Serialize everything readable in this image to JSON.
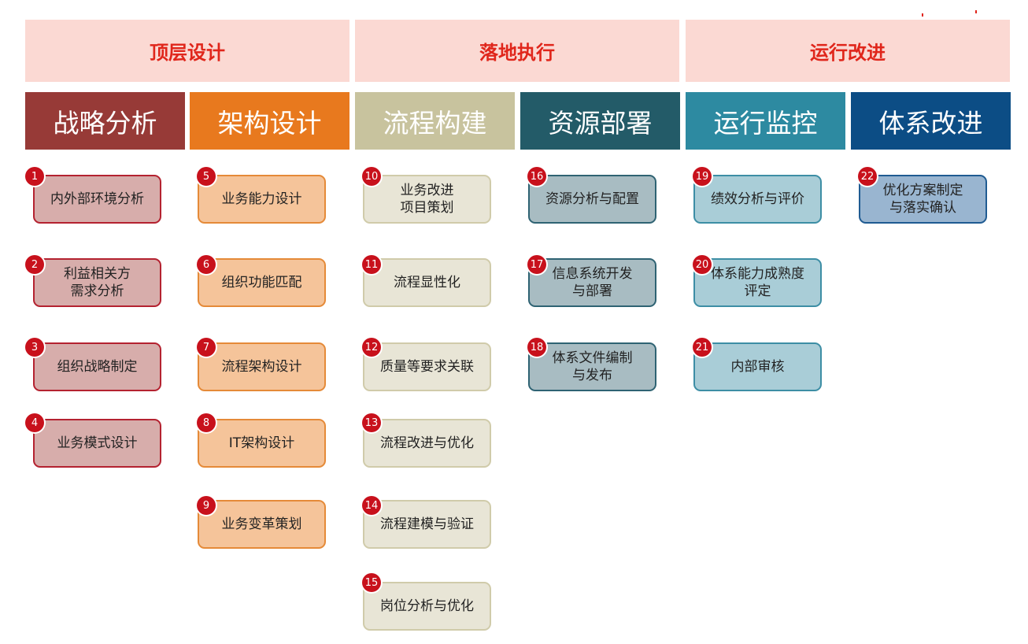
{
  "phases": [
    {
      "label": "顶层设计"
    },
    {
      "label": "落地执行"
    },
    {
      "label": "运行改进"
    }
  ],
  "columns": [
    {
      "title": "战略分析",
      "color": "#973a37",
      "node_fill": "#d7adab",
      "node_border": "#b42230",
      "items": [
        {
          "num": "1",
          "text": "内外部环境分析"
        },
        {
          "num": "2",
          "text": "利益相关方\n需求分析"
        },
        {
          "num": "3",
          "text": "组织战略制定"
        },
        {
          "num": "4",
          "text": "业务模式设计"
        }
      ]
    },
    {
      "title": "架构设计",
      "color": "#e8791e",
      "node_fill": "#f5c49a",
      "node_border": "#e58a38",
      "items": [
        {
          "num": "5",
          "text": "业务能力设计"
        },
        {
          "num": "6",
          "text": "组织功能匹配"
        },
        {
          "num": "7",
          "text": "流程架构设计"
        },
        {
          "num": "8",
          "text": "IT架构设计"
        },
        {
          "num": "9",
          "text": "业务变革策划"
        }
      ]
    },
    {
      "title": "流程构建",
      "color": "#c8c39e",
      "node_fill": "#e8e5d6",
      "node_border": "#d0cbaa",
      "items": [
        {
          "num": "10",
          "text": "业务改进\n项目策划"
        },
        {
          "num": "11",
          "text": "流程显性化"
        },
        {
          "num": "12",
          "text": "质量等要求关联"
        },
        {
          "num": "13",
          "text": "流程改进与优化"
        },
        {
          "num": "14",
          "text": "流程建模与验证"
        },
        {
          "num": "15",
          "text": "岗位分析与优化"
        }
      ]
    },
    {
      "title": "资源部署",
      "color": "#235b68",
      "node_fill": "#a8bcc2",
      "node_border": "#2f6373",
      "items": [
        {
          "num": "16",
          "text": "资源分析与配置"
        },
        {
          "num": "17",
          "text": "信息系统开发\n与部署"
        },
        {
          "num": "18",
          "text": "体系文件编制\n与发布"
        }
      ]
    },
    {
      "title": "运行监控",
      "color": "#2d8aa1",
      "node_fill": "#a9cdd7",
      "node_border": "#3d8ea5",
      "items": [
        {
          "num": "19",
          "text": "绩效分析与评价"
        },
        {
          "num": "20",
          "text": "体系能力成熟度\n评定"
        },
        {
          "num": "21",
          "text": "内部审核"
        }
      ]
    },
    {
      "title": "体系改进",
      "color": "#0c4d85",
      "node_fill": "#99b5d0",
      "node_border": "#1f5b92",
      "items": [
        {
          "num": "22",
          "text": "优化方案制定\n与落实确认"
        }
      ]
    }
  ]
}
